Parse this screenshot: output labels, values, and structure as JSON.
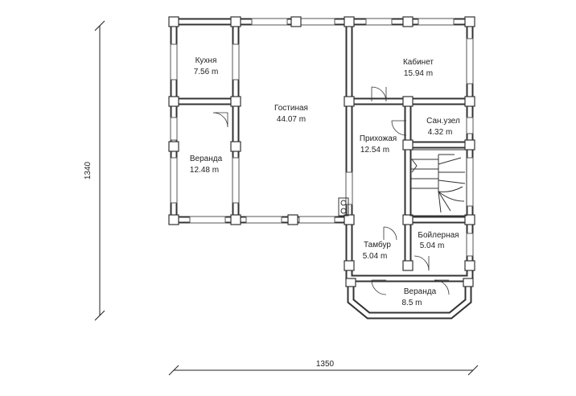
{
  "rooms": [
    {
      "name": "Кухня",
      "area": "7.56 m"
    },
    {
      "name": "Гостиная",
      "area": "44.07 m"
    },
    {
      "name": "Кабинет",
      "area": "15.94 m"
    },
    {
      "name": "Сан.узел",
      "area": "4.32 m"
    },
    {
      "name": "Прихожая",
      "area": "12.54 m"
    },
    {
      "name": "Веранда",
      "area": "12.48 m"
    },
    {
      "name": "Бойлерная",
      "area": "5.04 m"
    },
    {
      "name": "Тамбур",
      "area": "5.04 m"
    },
    {
      "name": "Веранда",
      "area": "8.5 m"
    }
  ],
  "dimensions": {
    "height": "1340",
    "width": "1350"
  }
}
